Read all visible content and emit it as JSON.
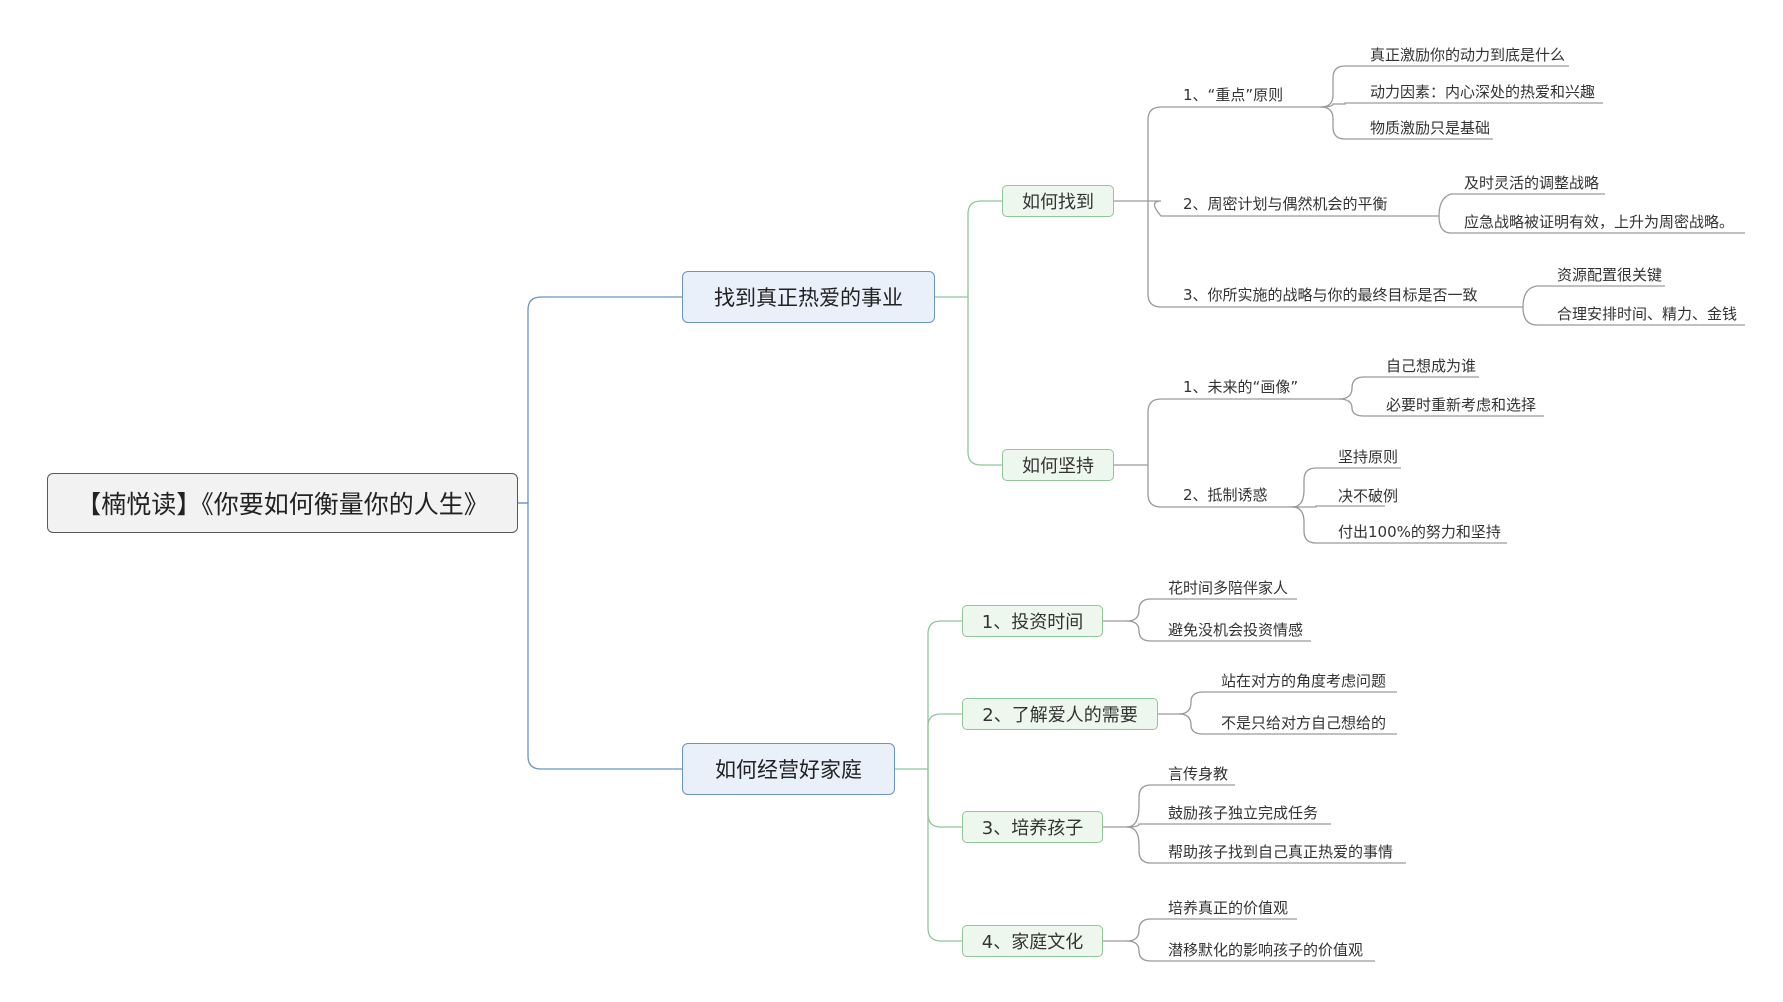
{
  "root": "【楠悦读】《你要如何衡量你的人生》",
  "branches": [
    {
      "label": "找到真正热爱的事业",
      "children": [
        {
          "label": "如何找到",
          "children": [
            {
              "label": "1、“重点”原则",
              "children": [
                "真正激励你的动力到底是什么",
                "动力因素：内心深处的热爱和兴趣",
                "物质激励只是基础"
              ]
            },
            {
              "label": "2、周密计划与偶然机会的平衡",
              "children": [
                "及时灵活的调整战略",
                "应急战略被证明有效，上升为周密战略。"
              ]
            },
            {
              "label": "3、你所实施的战略与你的最终目标是否一致",
              "children": [
                "资源配置很关键",
                "合理安排时间、精力、金钱"
              ]
            }
          ]
        },
        {
          "label": "如何坚持",
          "children": [
            {
              "label": "1、未来的“画像”",
              "children": [
                "自己想成为谁",
                "必要时重新考虑和选择"
              ]
            },
            {
              "label": "2、抵制诱惑",
              "children": [
                "坚持原则",
                "决不破例",
                "付出100%的努力和坚持"
              ]
            }
          ]
        }
      ]
    },
    {
      "label": "如何经营好家庭",
      "children": [
        {
          "label": "1、投资时间",
          "children": [
            "花时间多陪伴家人",
            "避免没机会投资情感"
          ]
        },
        {
          "label": "2、了解爱人的需要",
          "children": [
            "站在对方的角度考虑问题",
            "不是只给对方自己想给的"
          ]
        },
        {
          "label": "3、培养孩子",
          "children": [
            "言传身教",
            "鼓励孩子独立完成任务",
            "帮助孩子找到自己真正热爱的事情"
          ]
        },
        {
          "label": "4、家庭文化",
          "children": [
            "培养真正的价值观",
            "潜移默化的影响孩子的价值观"
          ]
        }
      ]
    }
  ],
  "colors": {
    "root_border": "#595959",
    "l1_fill": "#e9f0f9",
    "l1_border": "#6a93c8",
    "l1_line": "#6a93c8",
    "l2_fill": "#eef7ee",
    "l2_border": "#8fc79a",
    "l2_line": "#8fc79a",
    "leaf_line": "#9a9a9a"
  }
}
